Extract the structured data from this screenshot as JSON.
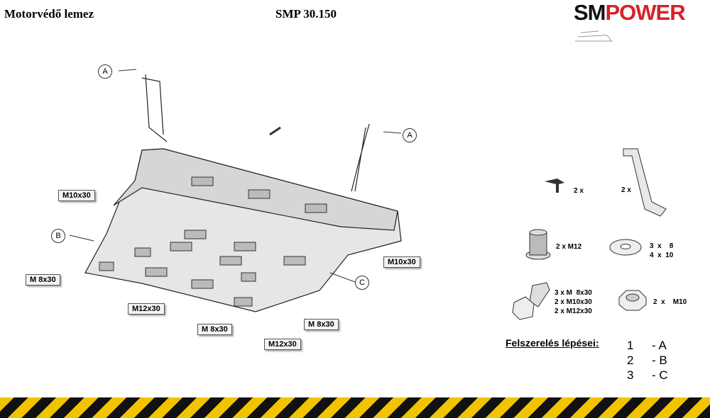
{
  "header": {
    "left_title": "Motorvédő lemez",
    "center_title": "SMP 30.150",
    "logo": {
      "sm": "SM",
      "power": "POWER",
      "colors": {
        "sm": "#111111",
        "power": "#d8202a"
      }
    }
  },
  "callouts": {
    "a1": "A",
    "a2": "A",
    "b": "B",
    "c": "C"
  },
  "bolt_labels": [
    "M10x30",
    "M10x30",
    "M 8x30",
    "M12x30",
    "M 8x30",
    "M 8x30",
    "M12x30"
  ],
  "parts": {
    "clip": "2 x",
    "bracket": "2 x",
    "nut_insert": "2 x M12",
    "washer": "3  x    8\n4  x  10",
    "bolt": "3 x M  8x30\n2 x M10x30\n2 x M12x30",
    "nut": "2  x    M10"
  },
  "installation": {
    "title": "Felszerelés lépései:",
    "steps": [
      {
        "n": "1",
        "v": "- A"
      },
      {
        "n": "2",
        "v": "- B"
      },
      {
        "n": "3",
        "v": "- C"
      }
    ]
  },
  "colors": {
    "hazard_yellow": "#f2c400",
    "hazard_black": "#111111"
  }
}
